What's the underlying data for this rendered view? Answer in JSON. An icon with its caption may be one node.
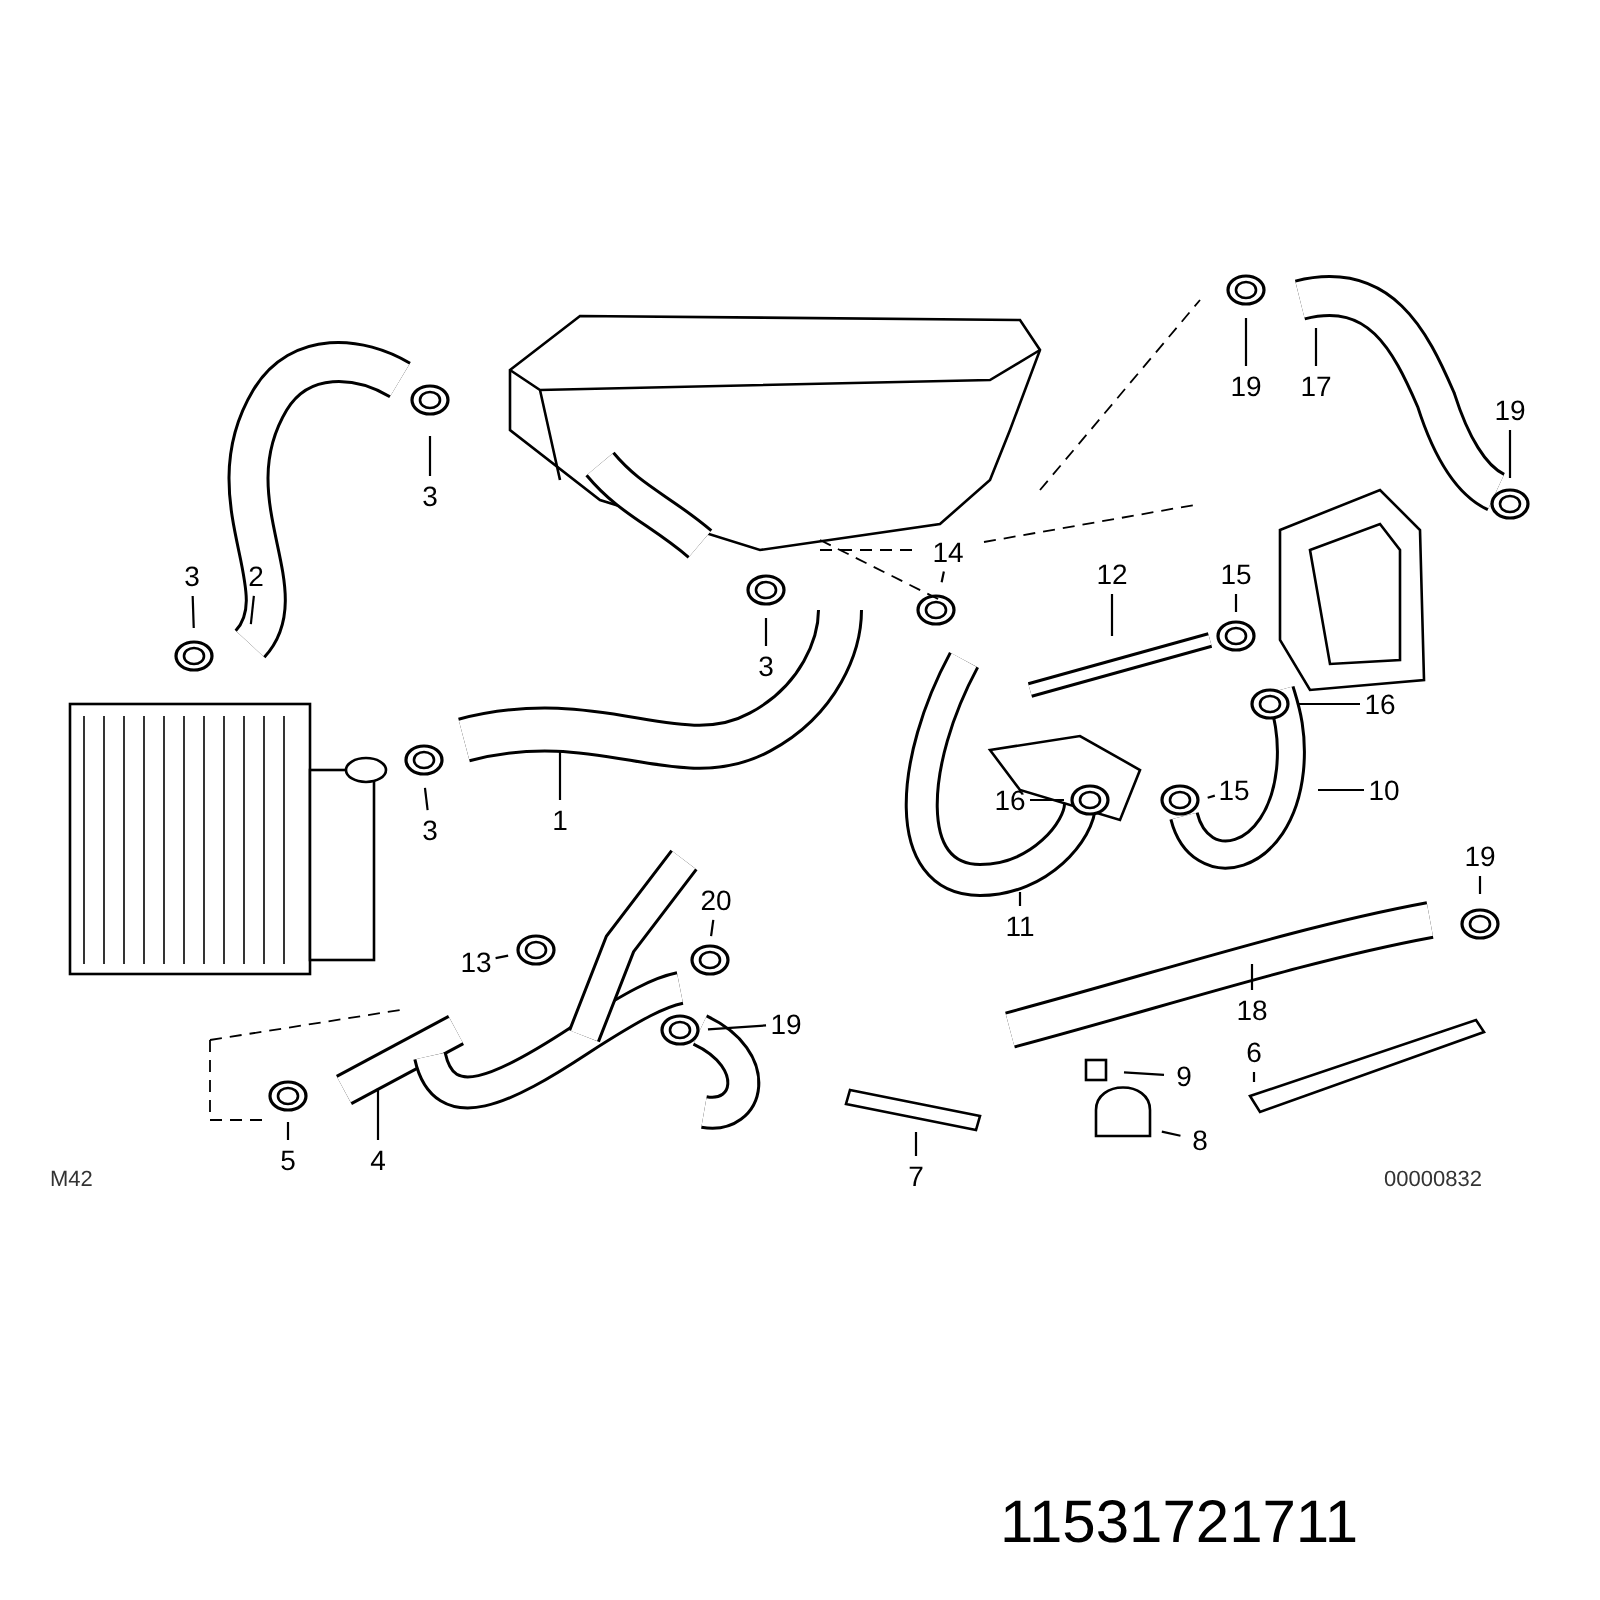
{
  "diagram": {
    "nodes": [
      {
        "text": [
          "3"
        ]
      },
      {
        "text": [
          "2"
        ]
      },
      {
        "text": [
          "3"
        ]
      },
      {
        "text": [
          "3"
        ]
      },
      {
        "text": [
          "1"
        ]
      },
      {
        "text": [
          "3"
        ]
      },
      {
        "text": [
          "14"
        ]
      },
      {
        "text": [
          "12"
        ]
      },
      {
        "text": [
          "15"
        ]
      },
      {
        "text": [
          "16"
        ]
      },
      {
        "text": [
          "10"
        ]
      },
      {
        "text": [
          "15"
        ]
      },
      {
        "text": [
          "16"
        ]
      },
      {
        "text": [
          "11"
        ]
      },
      {
        "text": [
          "19"
        ]
      },
      {
        "text": [
          "17"
        ]
      },
      {
        "text": [
          "19"
        ]
      },
      {
        "text": [
          "20"
        ]
      },
      {
        "text": [
          "13"
        ]
      },
      {
        "text": [
          "19"
        ]
      },
      {
        "text": [
          "19"
        ]
      },
      {
        "text": [
          "18"
        ]
      },
      {
        "text": [
          "6"
        ]
      },
      {
        "text": [
          "9"
        ]
      },
      {
        "text": [
          "8"
        ]
      },
      {
        "text": [
          "7"
        ]
      },
      {
        "text": [
          "5"
        ]
      },
      {
        "text": [
          "4"
        ]
      }
    ],
    "edges": [
      {
        "from": 0,
        "to": null,
        "arrow": "none"
      },
      {
        "from": 1,
        "to": null,
        "arrow": "none"
      },
      {
        "from": 2,
        "to": null,
        "arrow": "none"
      },
      {
        "from": 3,
        "to": null,
        "arrow": "none"
      },
      {
        "from": 4,
        "to": null,
        "arrow": "none"
      },
      {
        "from": 5,
        "to": null,
        "arrow": "none"
      },
      {
        "from": 6,
        "to": null,
        "arrow": "none"
      },
      {
        "from": 7,
        "to": null,
        "arrow": "none"
      },
      {
        "from": 8,
        "to": null,
        "arrow": "none"
      },
      {
        "from": 9,
        "to": null,
        "arrow": "none"
      },
      {
        "from": 10,
        "to": null,
        "arrow": "none"
      },
      {
        "from": 11,
        "to": null,
        "arrow": "none"
      },
      {
        "from": 12,
        "to": null,
        "arrow": "none"
      },
      {
        "from": 13,
        "to": null,
        "arrow": "none"
      },
      {
        "from": 14,
        "to": null,
        "arrow": "none"
      },
      {
        "from": 15,
        "to": null,
        "arrow": "none"
      },
      {
        "from": 16,
        "to": null,
        "arrow": "none"
      },
      {
        "from": 17,
        "to": null,
        "arrow": "none"
      },
      {
        "from": 18,
        "to": null,
        "arrow": "none"
      },
      {
        "from": 19,
        "to": null,
        "arrow": "none"
      },
      {
        "from": 20,
        "to": null,
        "arrow": "none"
      },
      {
        "from": 21,
        "to": null,
        "arrow": "none"
      },
      {
        "from": 22,
        "to": null,
        "arrow": "none"
      },
      {
        "from": 23,
        "to": null,
        "arrow": "none"
      },
      {
        "from": 24,
        "to": null,
        "arrow": "none"
      },
      {
        "from": 25,
        "to": null,
        "arrow": "none"
      },
      {
        "from": 26,
        "to": null,
        "arrow": "none"
      },
      {
        "from": 27,
        "to": null,
        "arrow": "none"
      }
    ],
    "labels": [
      "M42",
      "00000832",
      "11531721711"
    ]
  }
}
